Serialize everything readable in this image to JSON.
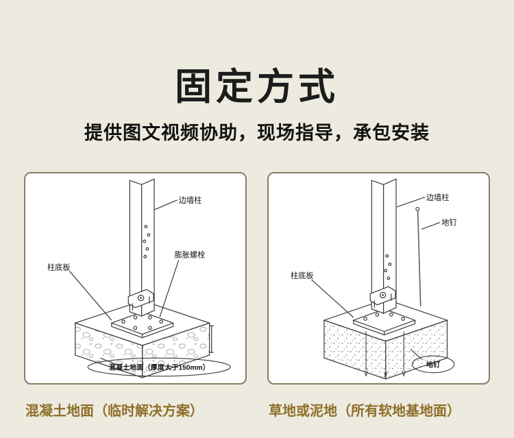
{
  "page": {
    "title": "固定方式",
    "subtitle": "提供图文视频协助，现场指导，承包安装"
  },
  "panels": [
    {
      "caption": "混凝土地面（临时解决方案）",
      "labels": {
        "column": "边墙柱",
        "bolt": "膨胀螺栓",
        "plate": "柱底板",
        "ground": "混凝土地面（厚度大于150mm）"
      }
    },
    {
      "caption": "草地或泥地（所有软地基地面）",
      "labels": {
        "column": "边墙柱",
        "nail_top": "地钉",
        "plate": "柱底板",
        "nail_bottom": "地钉"
      }
    }
  ]
}
